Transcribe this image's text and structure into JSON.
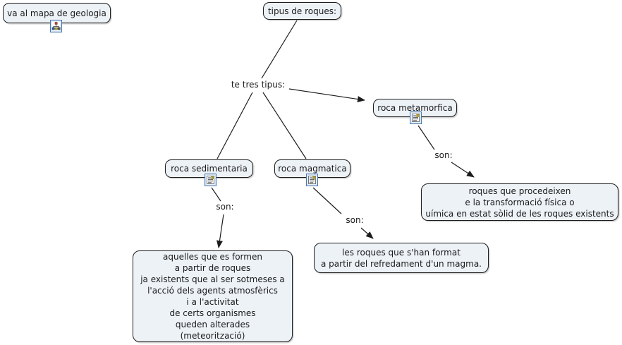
{
  "app": "concept-map",
  "colors": {
    "node_fill": "#edf2f7",
    "node_border": "#1c1c1c",
    "connector": "#1c1c1c",
    "icon_border": "#4878b0",
    "background": "#ffffff"
  },
  "nodes": {
    "geologia": {
      "label": "va al mapa de geologia"
    },
    "tipus": {
      "label": "tipus de roques:"
    },
    "metamorfica": {
      "label": "roca metamorfica"
    },
    "sedimentaria": {
      "label": "roca sedimentaria"
    },
    "magmatica": {
      "label": "roca magmatica"
    },
    "desc_sedimentaria": {
      "lines": [
        "aquelles que es formen",
        "a partir de roques",
        "ja existents que al ser sotmeses a",
        "l'acció dels agents atmosfèrics",
        "i a l'activitat",
        "de certs organismes",
        "queden alterades",
        "(meteorització)"
      ]
    },
    "desc_magmatica": {
      "lines": [
        "les roques que s'han format",
        "a partir del refredament d'un magma."
      ]
    },
    "desc_metamorfica": {
      "lines": [
        "roques que procedeixen",
        "e la transformació física o",
        "uímica en estat sòlid de les roques existents"
      ]
    }
  },
  "link_labels": {
    "branching": "te tres tipus:",
    "son_sedimentaria": "son:",
    "son_magmatica": "son:",
    "son_metamorfica": "son:"
  },
  "icons": {
    "geologia": "concept-map-resource-icon",
    "sedimentaria": "webpage-resource-icon",
    "magmatica": "webpage-resource-icon",
    "metamorfica": "webpage-resource-icon"
  }
}
